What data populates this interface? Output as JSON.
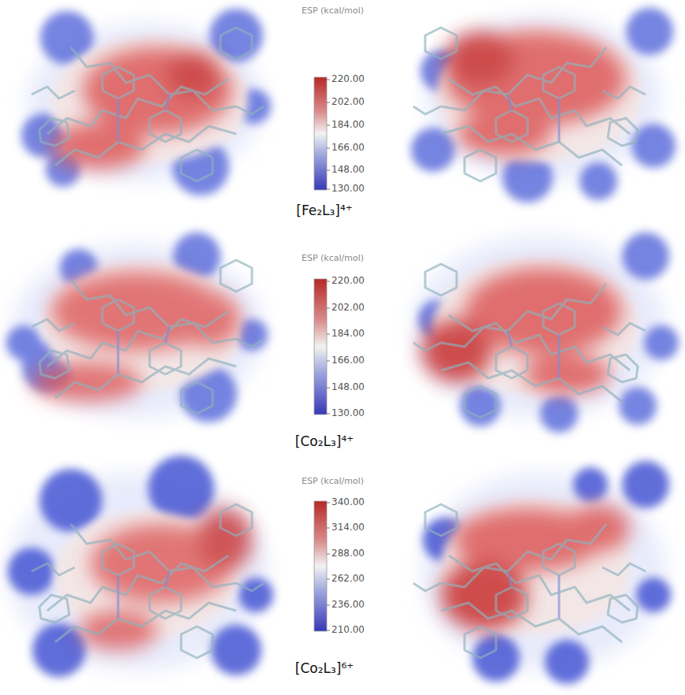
{
  "diagram": {
    "labels": [
      "ESP (kcal/mol)",
      "220.00",
      "202.00",
      "184.00",
      "166.00",
      "148.00",
      "130.00",
      "[Fe₂L₃]⁴⁺",
      "ESP (kcal/mol)",
      "220.00",
      "202.00",
      "184.00",
      "166.00",
      "148.00",
      "130.00",
      "[Co₂L₃]⁴⁺",
      "ESP (kcal/mol)",
      "340.00",
      "314.00",
      "288.00",
      "262.00",
      "236.00",
      "210.00",
      "[Co₂L₃]⁶⁺"
    ]
  }
}
